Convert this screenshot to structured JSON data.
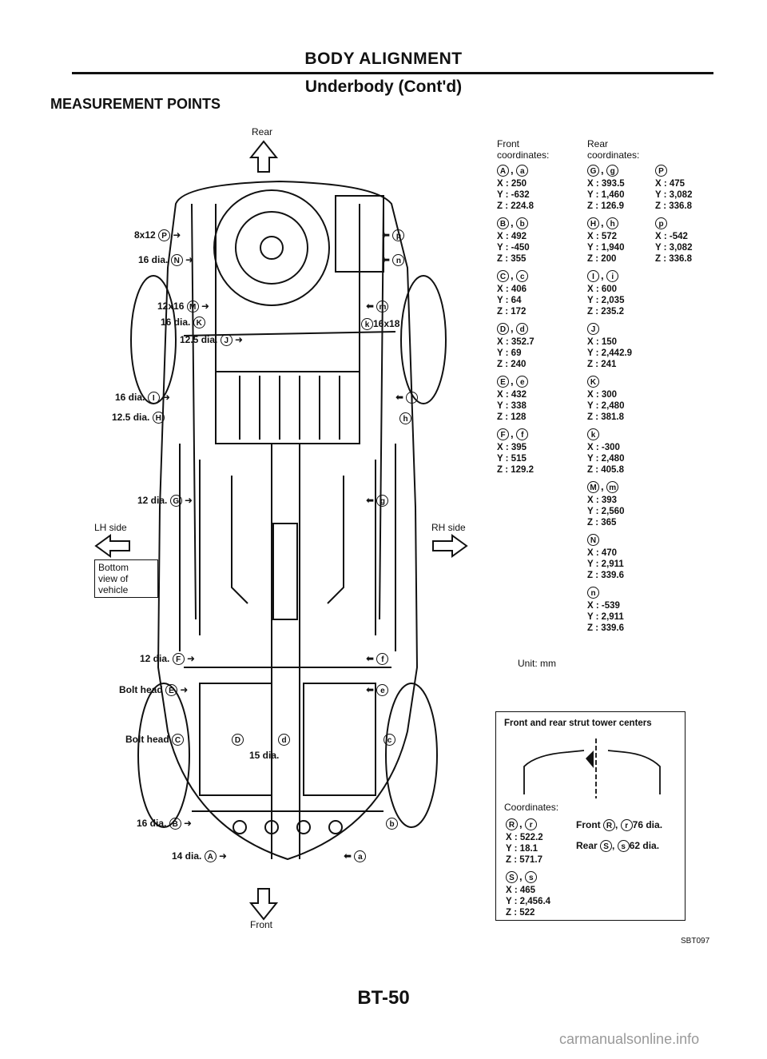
{
  "header": {
    "title": "BODY ALIGNMENT",
    "subtitle": "Underbody (Cont'd)",
    "section": "MEASUREMENT POINTS"
  },
  "diagram": {
    "rear_label": "Rear",
    "front_label": "Front",
    "lh_label": "LH side",
    "rh_label": "RH side",
    "bottom_view": [
      "Bottom",
      "view of",
      "vehicle"
    ],
    "left_callouts": [
      {
        "size": "8x12",
        "letter": "P"
      },
      {
        "size": "16 dia.",
        "letter": "N"
      },
      {
        "size": "12x16",
        "letter": "M"
      },
      {
        "size": "16 dia.",
        "letter": "K"
      },
      {
        "size": "12.5 dia.",
        "letter": "J"
      },
      {
        "size": "16 dia.",
        "letter": "I"
      },
      {
        "size": "12.5 dia.",
        "letter": "H"
      },
      {
        "size": "12 dia.",
        "letter": "G"
      },
      {
        "size": "12 dia.",
        "letter": "F"
      },
      {
        "size": "Bolt head",
        "letter": "E"
      },
      {
        "size": "Bolt head",
        "letter": "C"
      },
      {
        "size": "16 dia.",
        "letter": "B"
      },
      {
        "size": "14 dia.",
        "letter": "A"
      }
    ],
    "right_callouts": [
      "p",
      "n",
      "m",
      "k",
      "i",
      "h",
      "g",
      "f",
      "e",
      "c",
      "b",
      "a",
      "d"
    ],
    "extra_labels": {
      "k_size": "16x18",
      "d_size": "15 dia.",
      "d_upper": "D",
      "d_lower": "d"
    }
  },
  "coordinates": {
    "front_header": [
      "Front",
      "coordinates:"
    ],
    "rear_header": [
      "Rear",
      "coordinates:"
    ],
    "front": [
      {
        "a": "A",
        "b": "a",
        "x": "X : 250",
        "y": "Y : -632",
        "z": "Z : 224.8"
      },
      {
        "a": "B",
        "b": "b",
        "x": "X : 492",
        "y": "Y : -450",
        "z": "Z : 355"
      },
      {
        "a": "C",
        "b": "c",
        "x": "X : 406",
        "y": "Y : 64",
        "z": "Z : 172"
      },
      {
        "a": "D",
        "b": "d",
        "x": "X : 352.7",
        "y": "Y : 69",
        "z": "Z : 240"
      },
      {
        "a": "E",
        "b": "e",
        "x": "X : 432",
        "y": "Y : 338",
        "z": "Z : 128"
      },
      {
        "a": "F",
        "b": "f",
        "x": "X : 395",
        "y": "Y : 515",
        "z": "Z : 129.2"
      }
    ],
    "rear": [
      {
        "a": "G",
        "b": "g",
        "x": "X : 393.5",
        "y": "Y : 1,460",
        "z": "Z : 126.9"
      },
      {
        "a": "H",
        "b": "h",
        "x": "X : 572",
        "y": "Y : 1,940",
        "z": "Z : 200"
      },
      {
        "a": "I",
        "b": "i",
        "x": "X : 600",
        "y": "Y : 2,035",
        "z": "Z : 235.2"
      },
      {
        "a": "J",
        "b": "",
        "x": "X : 150",
        "y": "Y : 2,442.9",
        "z": "Z : 241"
      },
      {
        "a": "K",
        "b": "",
        "x": "X : 300",
        "y": "Y : 2,480",
        "z": "Z : 381.8"
      },
      {
        "a": "k",
        "b": "",
        "x": "X : -300",
        "y": "Y : 2,480",
        "z": "Z : 405.8"
      },
      {
        "a": "M",
        "b": "m",
        "x": "X : 393",
        "y": "Y : 2,560",
        "z": "Z : 365"
      },
      {
        "a": "N",
        "b": "",
        "x": "X : 470",
        "y": "Y : 2,911",
        "z": "Z : 339.6"
      },
      {
        "a": "n",
        "b": "",
        "x": "X : -539",
        "y": "Y : 2,911",
        "z": "Z : 339.6"
      }
    ],
    "rear2": [
      {
        "a": "P",
        "x": "X : 475",
        "y": "Y : 3,082",
        "z": "Z : 336.8"
      },
      {
        "a": "p",
        "x": "X : -542",
        "y": "Y : 3,082",
        "z": "Z : 336.8"
      }
    ],
    "unit": "Unit: mm"
  },
  "strut_box": {
    "title": "Front and rear strut tower centers",
    "coords_label": "Coordinates:",
    "R": {
      "a": "R",
      "b": "r",
      "x": "X : 522.2",
      "y": "Y : 18.1",
      "z": "Z : 571.7"
    },
    "S": {
      "a": "S",
      "b": "s",
      "x": "X : 465",
      "y": "Y : 2,456.4",
      "z": "Z : 522"
    },
    "front_note": {
      "prefix": "Front",
      "a": "R",
      "b": "r",
      "suffix": "76 dia."
    },
    "rear_note": {
      "prefix": "Rear",
      "a": "S",
      "b": "s",
      "suffix": "62 dia."
    }
  },
  "footer": {
    "code": "SBT097",
    "page": "BT-50",
    "watermark": "carmanualsonline.info"
  }
}
